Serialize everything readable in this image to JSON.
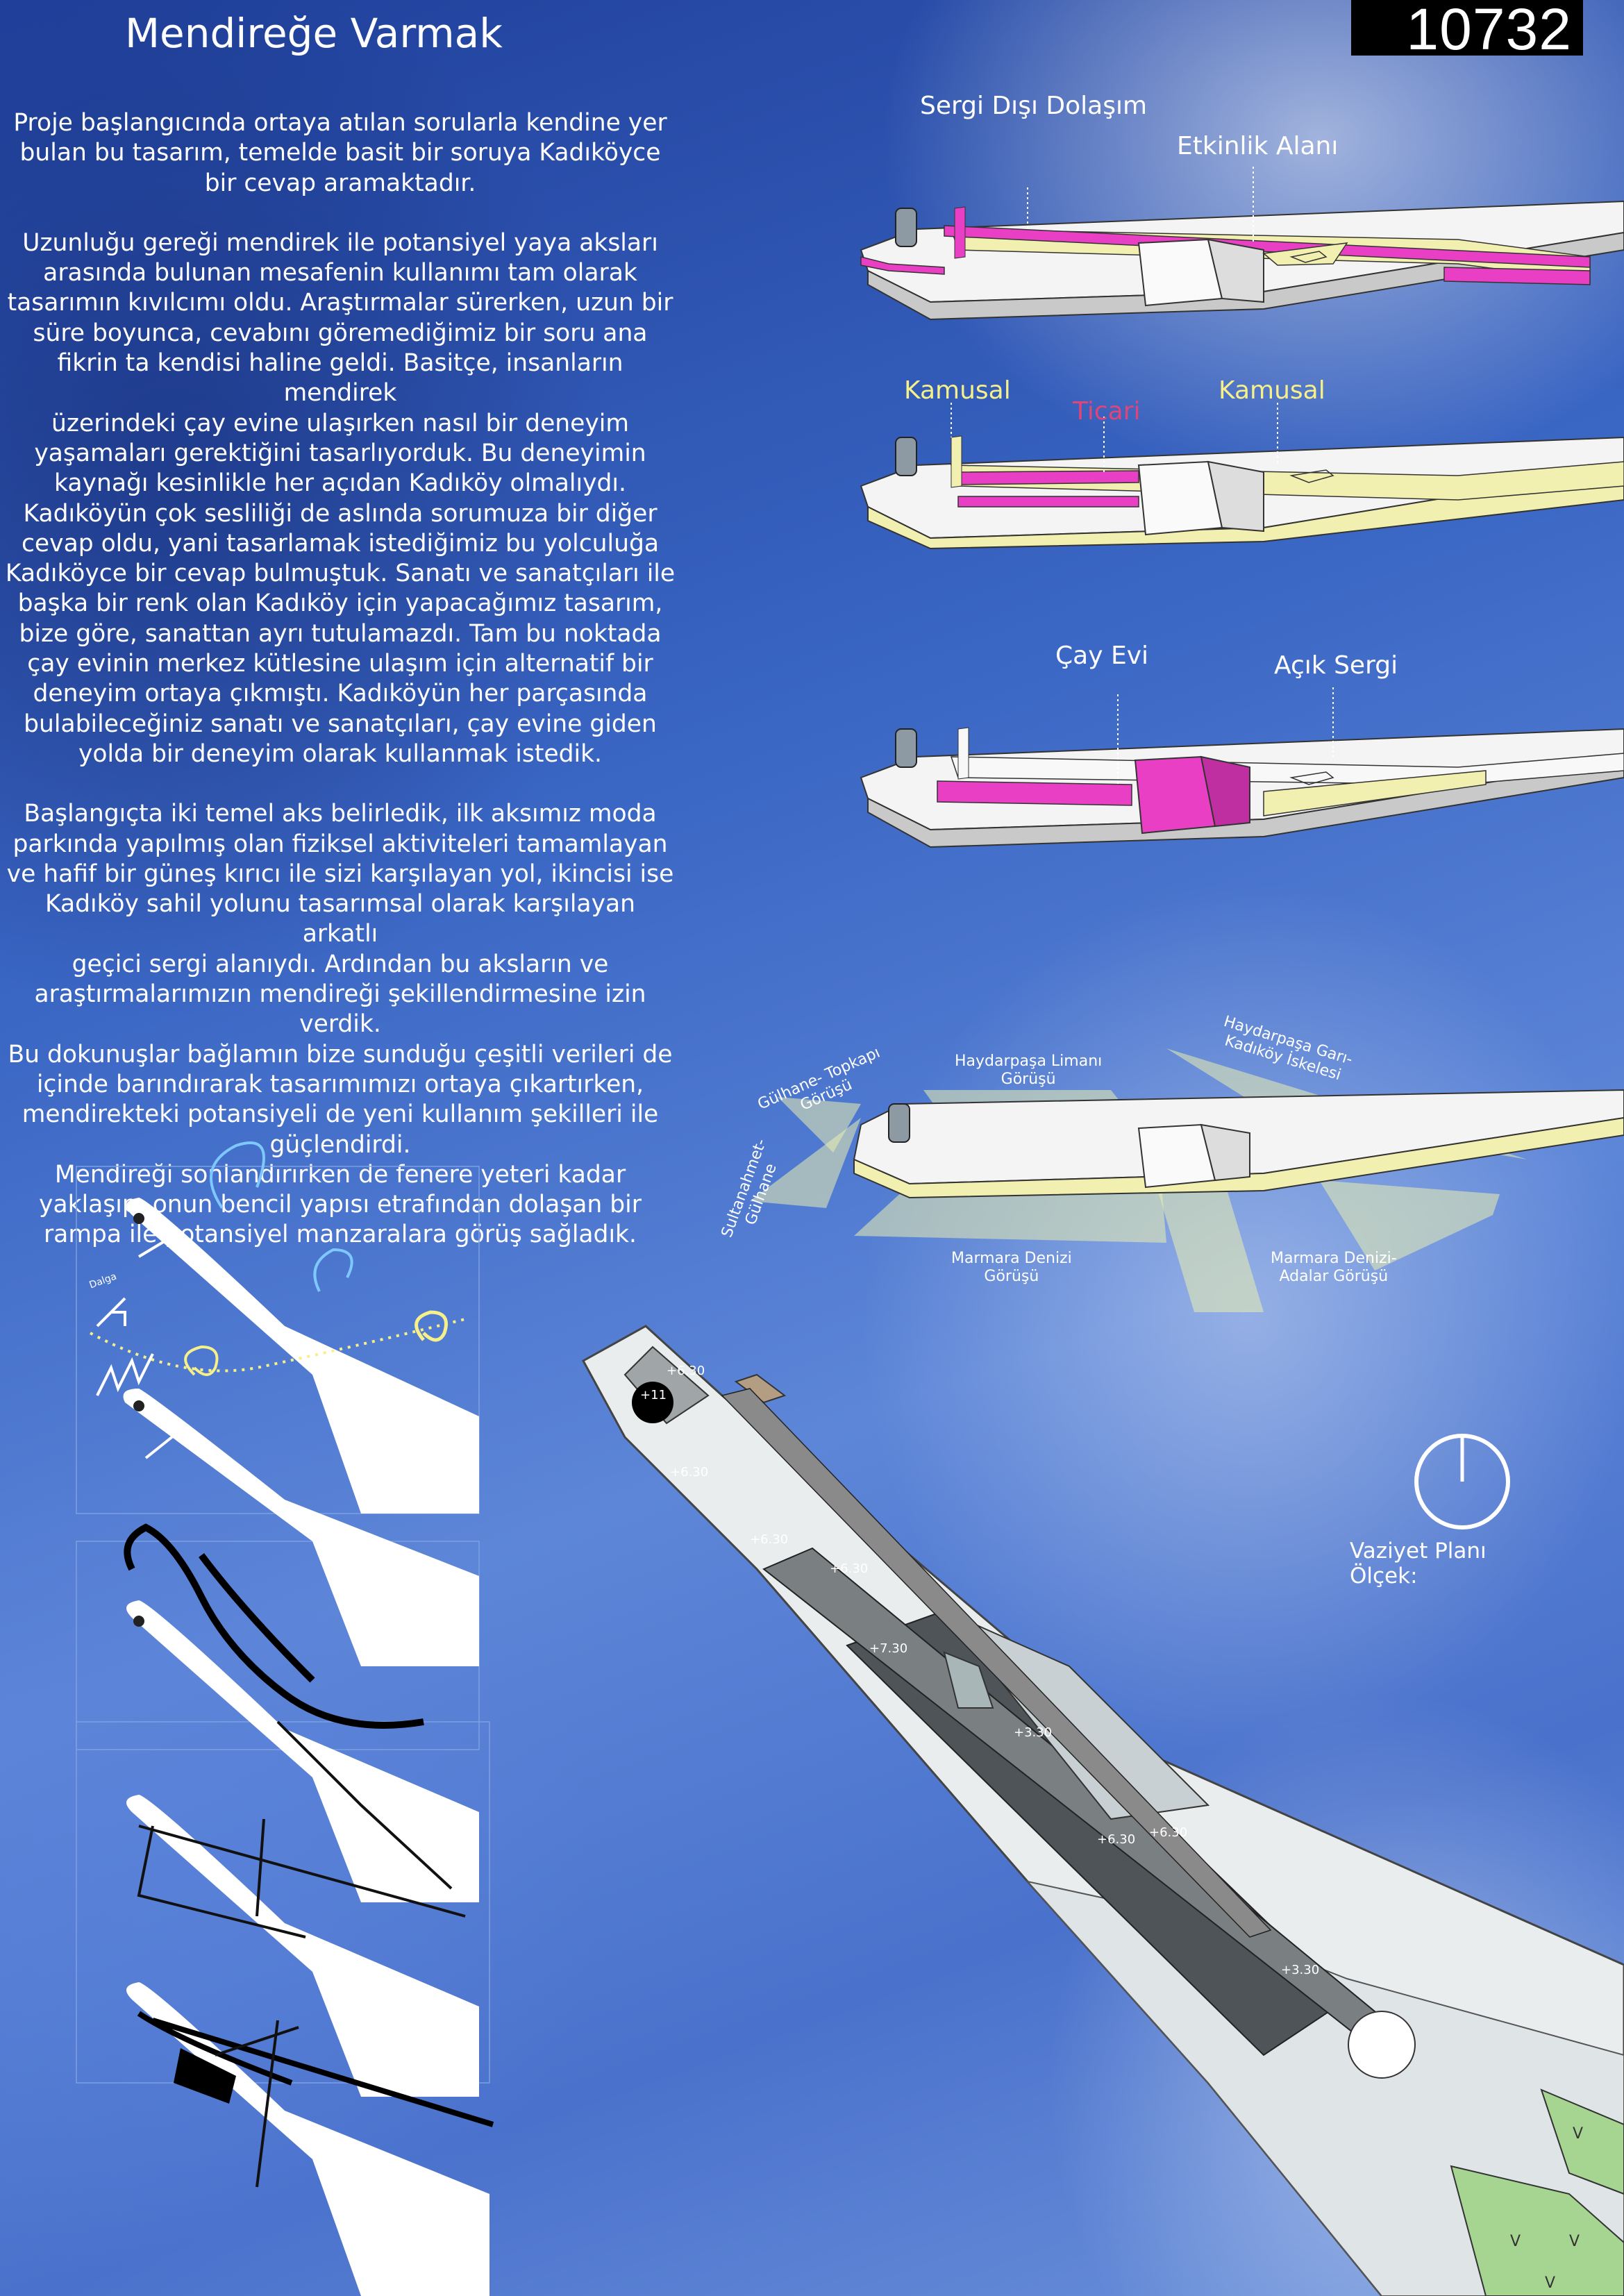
{
  "title": "Mendireğe Varmak",
  "code": "10732",
  "paragraphs": [
    [
      "Proje başlangıcında ortaya atılan sorularla kendine yer",
      "bulan bu tasarım, temelde basit bir soruya Kadıköyce",
      "bir cevap aramaktadır."
    ],
    [
      "Uzunluğu gereği mendirek ile potansiyel yaya aksları",
      "arasında bulunan mesafenin kullanımı tam olarak",
      "tasarımın kıvılcımı oldu. Araştırmalar sürerken, uzun bir",
      "süre boyunca, cevabını göremediğimiz bir soru ana",
      "fikrin ta kendisi haline geldi. Basitçe, insanların mendirek",
      "üzerindeki çay evine ulaşırken nasıl bir deneyim",
      "yaşamaları gerektiğini tasarlıyorduk. Bu deneyimin",
      "kaynağı kesinlikle her açıdan Kadıköy olmalıydı.",
      "Kadıköyün çok sesliliği de aslında sorumuza bir diğer",
      "cevap oldu, yani tasarlamak istediğimiz bu yolculuğa",
      "Kadıköyce bir cevap bulmuştuk. Sanatı ve sanatçıları ile",
      "başka bir renk olan Kadıköy için yapacağımız tasarım,",
      "bize göre, sanattan ayrı tutulamazdı. Tam bu noktada",
      "çay evinin merkez kütlesine ulaşım için alternatif bir",
      "deneyim ortaya çıkmıştı. Kadıköyün her parçasında",
      "bulabileceğiniz sanatı ve sanatçıları, çay evine giden",
      "yolda bir deneyim olarak kullanmak istedik."
    ],
    [
      "Başlangıçta iki temel aks belirledik, ilk aksımız moda",
      "parkında yapılmış olan fiziksel aktiviteleri tamamlayan",
      "ve hafif bir güneş kırıcı ile sizi karşılayan yol, ikincisi ise",
      "Kadıköy sahil yolunu tasarımsal olarak karşılayan arkatlı",
      "geçici sergi alanıydı. Ardından bu aksların ve",
      "araştırmalarımızın mendireği şekillendirmesine izin verdik.",
      "Bu dokunuşlar bağlamın bize sunduğu çeşitli verileri de",
      "içinde barındırarak tasarımımızı ortaya çıkartırken,",
      "mendirekteki potansiyeli de yeni kullanım şekilleri ile",
      "güçlendirdi.",
      "Mendireği sonlandırırken de fenere yeteri kadar",
      "yaklaşıp, onun bencil yapısı etrafından dolaşan bir",
      "rampa ile potansiyel manzaralara görüş sağladık."
    ]
  ],
  "diagram1": {
    "label_a": "Sergi Dışı Dolaşım",
    "label_b": "Etkinlik Alanı"
  },
  "diagram2": {
    "label_a": "Kamusal",
    "label_b": "Ticari",
    "label_c": "Kamusal"
  },
  "diagram3": {
    "label_a": "Çay Evi",
    "label_b": "Açık Sergi"
  },
  "views": {
    "v1": [
      "Gülhane- Topkapı",
      "Görüşü"
    ],
    "v2": [
      "Haydarpaşa Limanı",
      "Görüşü"
    ],
    "v3": [
      "Haydarpaşa Garı-",
      "Kadıköy İskelesi"
    ],
    "v4": [
      "Sultanahmet-",
      "Gülhane"
    ],
    "v5": [
      "Marmara Denizi",
      "Görüşü"
    ],
    "v6": [
      "Marmara Denizi-",
      "Adalar Görüşü"
    ]
  },
  "site_plan": {
    "label_1": "Vaziyet Planı",
    "label_2": "Ölçek:",
    "levels": [
      "+11",
      "+6.30",
      "+6.30",
      "+6.30",
      "+7.30",
      "+6.30",
      "+6.30",
      "+6.30",
      "+3.30",
      "+3.30"
    ]
  },
  "sketch": {
    "label": "Dalga"
  },
  "colors": {
    "magenta": "#e83fc4",
    "yellow": "#f2f0b0",
    "accent_red": "#e0457a",
    "accent_yellow": "#f5f08a"
  }
}
